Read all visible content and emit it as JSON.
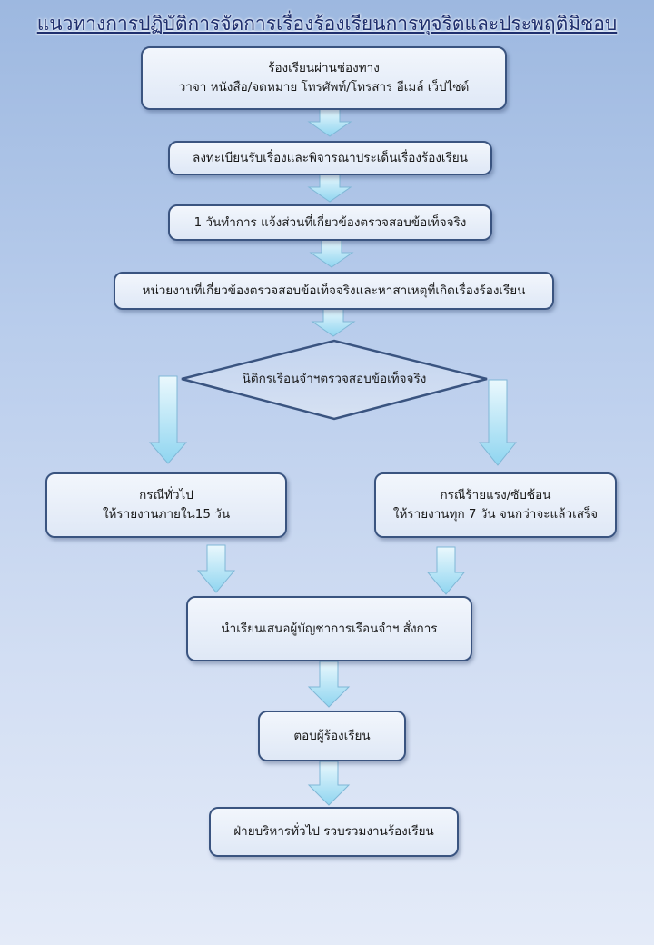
{
  "title": "แนวทางการปฏิบัติการจัดการเรื่องร้องเรียนการทุจริตและประพฤติมิชอบ",
  "steps": {
    "channels": {
      "line1": "ร้องเรียนผ่านช่องทาง",
      "line2": "วาจา หนังสือ/จดหมาย โทรศัพท์/โทรสาร อีเมล์ เว็ปไซต์"
    },
    "register": "ลงทะเบียนรับเรื่องและพิจารณาประเด็นเรื่องร้องเรียน",
    "notify": "1 วันทำการ แจ้งส่วนที่เกี่ยวข้องตรวจสอบข้อเท็จจริง",
    "investigate": "หน่วยงานที่เกี่ยวข้องตรวจสอบข้อเท็จจริงและหาสาเหตุที่เกิดเรื่องร้องเรียน",
    "decision": "นิติกรเรือนจำฯตรวจสอบข้อเท็จจริง",
    "general_case": {
      "line1": "กรณีทั่วไป",
      "line2": "ให้รายงานภายใน15 วัน"
    },
    "serious_case": {
      "line1": "กรณีร้ายแรง/ซับซ้อน",
      "line2": "ให้รายงานทุก 7 วัน จนกว่าจะแล้วเสร็จ"
    },
    "propose": "นำเรียนเสนอผู้บัญชาการเรือนจำฯ สั่งการ",
    "reply": "ตอบผู้ร้องเรียน",
    "collect": "ฝ่ายบริหารทั่วไป รวบรวมงานร้องเรียน"
  },
  "colors": {
    "border": "#3a5480",
    "arrow_fill_top": "#e8f7fd",
    "arrow_fill_bottom": "#86d3f0"
  }
}
